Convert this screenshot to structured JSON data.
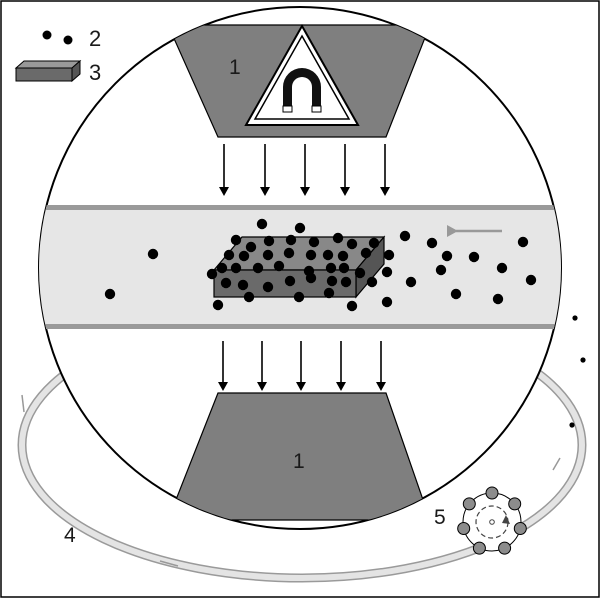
{
  "labels": {
    "poles": "1",
    "particles": "2",
    "matrix": "3",
    "loop": "4",
    "pump": "5"
  },
  "colors": {
    "frame": "#000000",
    "magnet_pole": "#7f7f7f",
    "matrix_block": "#6a6a6a",
    "channel_fill": "#e6e6e6",
    "channel_wall": "#9a9a9a",
    "tube": "#cfcfcf",
    "particle": "#000000",
    "pump_beads": "#8c8c8c"
  },
  "icons": {
    "warning": "magnet-warning-sign-icon",
    "field": "field-arrow-icon",
    "flow": "flow-arrow-icon"
  }
}
